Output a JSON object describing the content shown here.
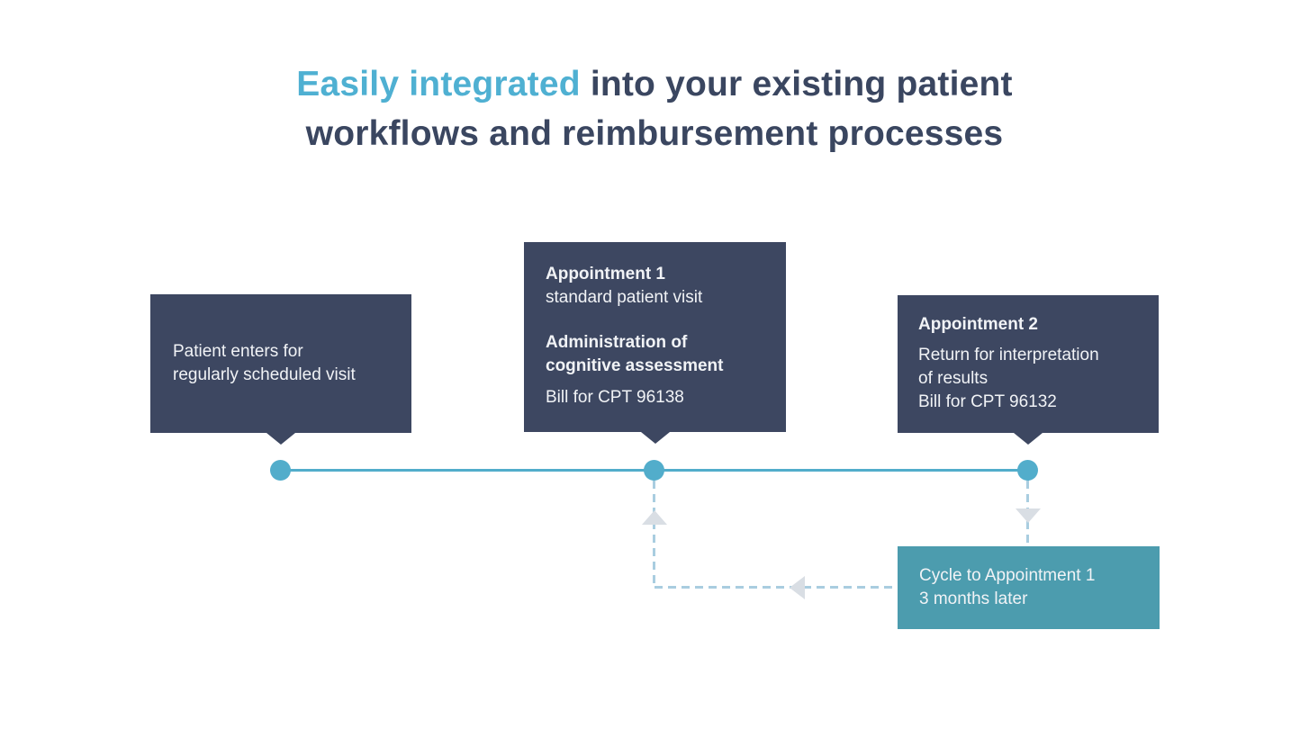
{
  "title": {
    "highlight": "Easily integrated",
    "line1_rest": " into your existing patient",
    "line2": "workflows and reimbursement processes"
  },
  "callouts": {
    "patient_entry": {
      "lines": [
        "Patient enters for",
        "regularly scheduled visit"
      ]
    },
    "appointment1": {
      "heading": "Appointment 1",
      "subheading": "standard patient visit",
      "action_lines": [
        "Administration of",
        "cognitive assessment"
      ],
      "billing": "Bill for CPT 96138"
    },
    "appointment2": {
      "heading": "Appointment 2",
      "body_lines": [
        "Return for interpretation",
        "of results"
      ],
      "billing": "Bill for CPT 96132"
    },
    "cycle": {
      "lines": [
        "Cycle to Appointment 1",
        "3 months later"
      ]
    }
  },
  "timeline": {
    "event_count": 3
  },
  "colors": {
    "accent_blue": "#4fb0d2",
    "title_navy": "#3a4660",
    "dark_navy": "#3d4761",
    "box_text": "#f1f3f6",
    "timeline_teal": "#52adcb",
    "cycle_teal": "#4c9cae",
    "dashed_blue": "#a9cde0",
    "arrow_gray": "#d9dee4",
    "background": "#ffffff"
  }
}
